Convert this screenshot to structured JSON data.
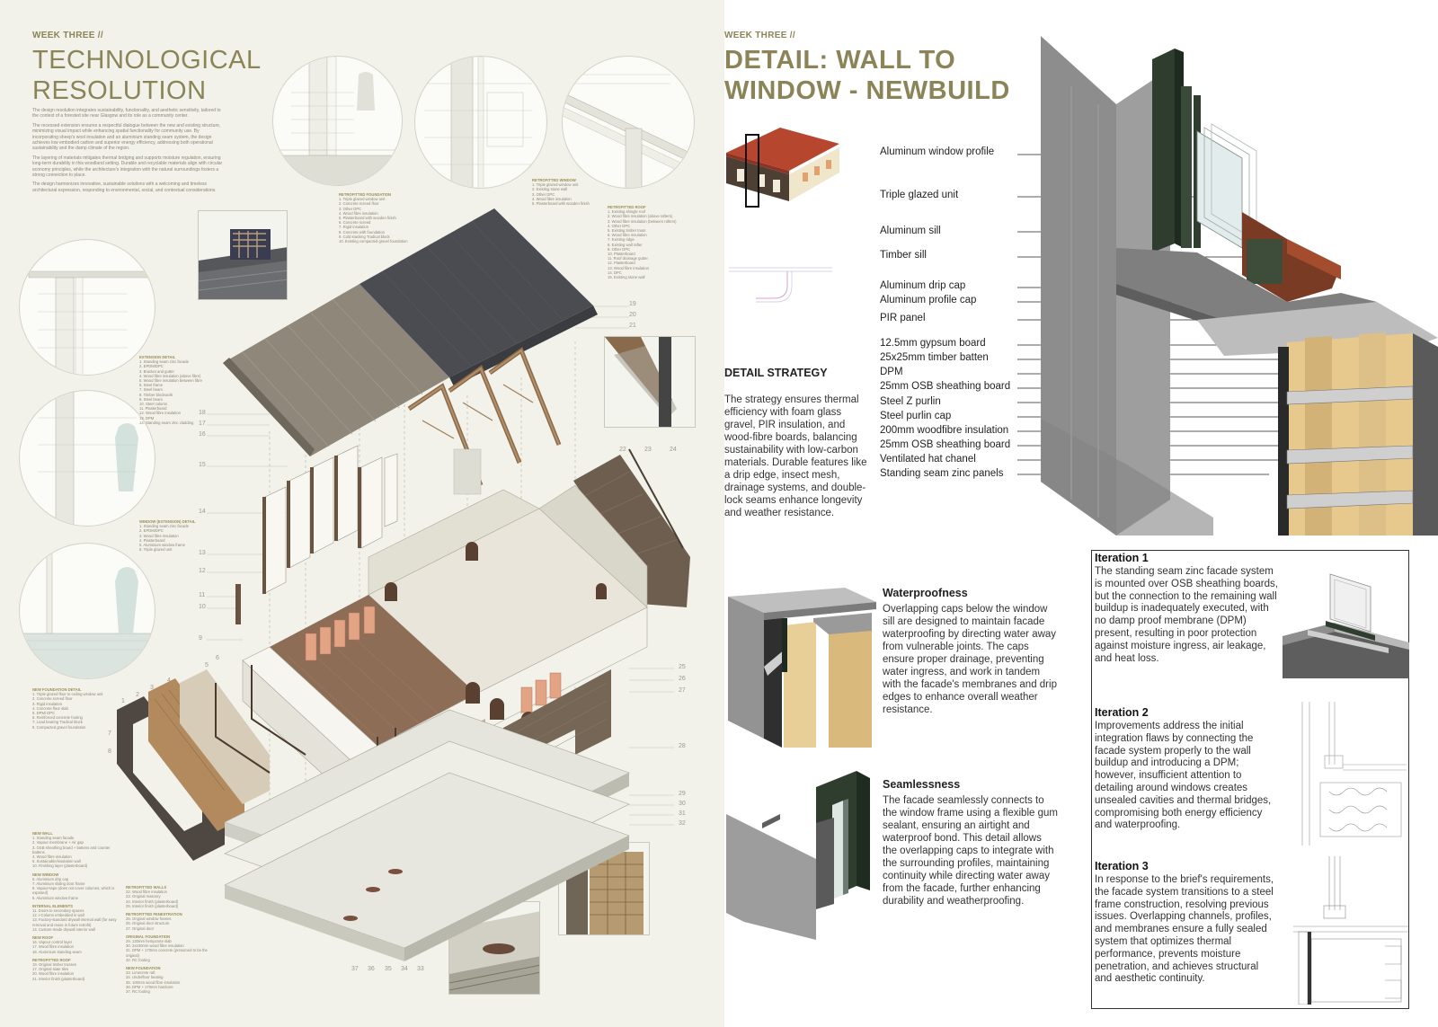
{
  "left": {
    "week": "WEEK THREE //",
    "title_line1": "TECHNOLOGICAL",
    "title_line2": "RESOLUTION",
    "intro": [
      "The design resolution integrates sustainability, functionality, and aesthetic sensitivity, tailored to the context of a forested site near Glasgow and its role as a community center.",
      "The recessed extension ensures a respectful dialogue between the new and existing structure, minimizing visual impact while enhancing spatial functionality for community use. By incorporating sheep's wool insulation and an aluminium standing seam system, the design achieves low embodied carbon and superior energy efficiency, addressing both operational sustainability and the damp climate of the region.",
      "The layering of materials mitigates thermal bridging and supports moisture regulation, ensuring long-term durability in this woodland setting. Durable and recyclable materials align with circular economy principles, while the architecture's integration with the natural surroundings fosters a strong connection to place.",
      "The design harmonizes innovative, sustainable solutions with a welcoming and timeless architectural expression, responding to environmental, social, and contextual considerations."
    ],
    "spec_extension": {
      "title": "EXTENSION DETAIL",
      "items": [
        "1. Standing seam zinc facade",
        "2. EPDM/DPC",
        "3. Bracket and gutter",
        "4. Wood fibre insulation (above fibre)",
        "5. Wood fibre insulation between fibre",
        "6. Steel frame",
        "7. Steel beam",
        "8. Timber blockwork",
        "9. Steel beam",
        "10. Steel column",
        "11. Plasterboard",
        "12. Wood fibre insulation",
        "13. DPM",
        "14. Standing seam zinc cladding"
      ]
    },
    "spec_window": {
      "title": "WINDOW (EXTENSION) DETAIL",
      "items": [
        "1. Standing seam zinc facade",
        "2. EPDM/DPC",
        "3. Wood fibre insulation",
        "4. Plasterboard",
        "5. Aluminium window frame",
        "6. Triple glazed unit"
      ]
    },
    "spec_foundation_new": {
      "title": "NEW FOUNDATION DETAIL",
      "items": [
        "1. Triple glazed floor to ceiling window unit",
        "2. Concrete screed floor",
        "3. Rigid insulation",
        "4. Concrete floor slab",
        "5. DPM/ DPC",
        "6. Reinforced concrete footing",
        "7. Load bearing Tradical block",
        "8. Compacted gravel foundation"
      ]
    },
    "spec_foundation_ret": {
      "title": "RETROFITTED FOUNDATION",
      "items": [
        "1. Triple glazed window unit",
        "2. Concrete screed floor",
        "3. Other DPC",
        "4. Wood fibre insulation",
        "5. Plasterboard with wooden finish",
        "6. Concrete screed",
        "7. Rigid insulation",
        "8. Concrete with foundation",
        "9. Cold stacking Tradical block",
        "10. Existing compacted gravel foundation"
      ]
    },
    "spec_window_ret": {
      "title": "RETROFITTED WINDOW",
      "items": [
        "1. Triple glazed window unit",
        "2. Existing stone wall",
        "3. Other DPC",
        "4. Wood fibre insulation",
        "5. Plasterboard with wooden finish"
      ]
    },
    "spec_roof_ret": {
      "title": "RETROFITTED ROOF",
      "items": [
        "1. Existing shingle roof",
        "2. Wood fibre insulation (above rafters)",
        "3. Wood fibre insulation (between rafters)",
        "4. Other DPC",
        "5. Existing timber truss",
        "6. Wood fibre insulation",
        "7. Existing ridge",
        "8. Existing wall rafter",
        "9. Other DPC",
        "10. Plasterboard",
        "11. Roof drainage gutter",
        "12. Plasterboard",
        "13. Wood fibre insulation",
        "14. DPC",
        "15. Existing stone wall"
      ]
    },
    "legend_col1": [
      {
        "title": "NEW WALL",
        "items": [
          "1. Standing seam facade",
          "2. Vapour membrane + Air gap",
          "3. OSB sheathing board + battens and counter battens",
          "4. Wood fibre insulation",
          "5. Sustainable/insulation wall",
          "10. Finishing layer (plasterboard)"
        ]
      },
      {
        "title": "NEW WINDOW",
        "items": [
          "6. Aluminium drip cap",
          "7. Aluminium sliding door frame",
          "8. Vapour-tape (does not cover columns, which is exposed)",
          "9. Aluminium window frame"
        ]
      },
      {
        "title": "INTERNAL ELEMENTS",
        "items": [
          "11. Doors to secondary spaces",
          "12. I-Column embedded in wall",
          "13. Factory-standard drywall internal wall (for easy removal and reuse in future retrofit)",
          "14. Custom-made drywall interior wall"
        ]
      },
      {
        "title": "NEW ROOF",
        "items": [
          "16. Vapour control layer",
          "17. Wood fibre insulation",
          "18. Aluminium standing seam"
        ]
      },
      {
        "title": "RETROFITTED ROOF",
        "items": [
          "19. Original timber trusses",
          "17. Original slate tiles",
          "20. Wood fibre insulation",
          "21. Interior finish (plasterboard)"
        ]
      }
    ],
    "legend_col2": [
      {
        "title": "RETROFITTED WALLS",
        "items": [
          "22. Wood fibre insulation",
          "23. Original masonry",
          "24. Interior finish (plasterboard)",
          "25. Interior finish (plasterboard)"
        ]
      },
      {
        "title": "RETROFITTED FENESTRATION",
        "items": [
          "25. Original window frames",
          "26. Original door structure",
          "27. Original door"
        ]
      },
      {
        "title": "ORIGINAL FOUNDATION",
        "items": [
          "29. 120mm hempcrete slab",
          "30. 2x100mm wood fibre insulation",
          "31. DPM + 170mm concrete (presumed to be the original)",
          "32. RC footing"
        ]
      },
      {
        "title": "NEW FOUNDATION",
        "items": [
          "33. Limecrete raft",
          "34. Underfloor heating",
          "35. 100mm wood fibre insulation",
          "36. DPM + 170mm hardcore",
          "37. RC footing"
        ]
      }
    ],
    "callouts": [
      "19",
      "20",
      "21",
      "18",
      "17",
      "16",
      "15",
      "14",
      "13",
      "12",
      "11",
      "10",
      "9",
      "6",
      "5",
      "4",
      "3",
      "2",
      "1",
      "7",
      "8",
      "22",
      "23",
      "24",
      "25",
      "26",
      "27",
      "28",
      "29",
      "30",
      "31",
      "32",
      "37",
      "36",
      "35",
      "34",
      "33"
    ]
  },
  "right": {
    "week": "WEEK THREE //",
    "title_line1": "DETAIL: WALL TO",
    "title_line2": "WINDOW - NEWBUILD",
    "strategy_heading": "DETAIL STRATEGY",
    "strategy_text": "The strategy ensures thermal efficiency with foam glass gravel, PIR insulation, and wood-fibre boards, balancing sustainability with low-carbon materials. Durable features like a drip edge, insect mesh, drainage systems, and double-lock seams enhance longevity and weather resistance.",
    "detail_labels": [
      "Aluminum window profile",
      "Triple glazed unit",
      "Aluminum sill",
      "Timber sill",
      "Aluminum drip cap",
      "Aluminum profile cap",
      "PIR panel",
      "12.5mm gypsum board",
      "25x25mm timber batten",
      "DPM",
      "25mm OSB sheathing board",
      "Steel Z purlin",
      "Steel purlin cap",
      "200mm woodfibre insulation",
      "25mm OSB sheathing board",
      "Ventilated hat chanel",
      "Standing seam zinc panels"
    ],
    "waterproof_heading": "Waterproofness",
    "waterproof_text": "Overlapping caps below the window sill are designed to maintain facade waterproofing by directing water away from vulnerable joints. The caps ensure proper drainage, preventing water ingress, and work in tandem with the facade's membranes and drip edges to enhance overall weather resistance.",
    "seamless_heading": "Seamlessness",
    "seamless_text": "The facade seamlessly connects to the window frame using a flexible gum sealant, ensuring an airtight and waterproof bond. This detail allows the overlapping caps to integrate with the surrounding profiles, maintaining continuity while directing water away from the facade, further enhancing durability and weatherproofing.",
    "iterations": [
      {
        "heading": "Iteration 1",
        "text": " The standing seam zinc facade system is mounted over OSB sheathing boards, but the connection to the remaining wall buildup is inadequately executed, with no damp proof membrane (DPM) present, resulting in poor protection against moisture ingress, air leakage, and heat loss."
      },
      {
        "heading": "Iteration 2",
        "text": "Improvements address the initial integration flaws by connecting the facade system properly to the wall buildup and introducing a DPM; however, insufficient attention to detailing around windows creates unsealed cavities and thermal bridges, compromising both energy efficiency and waterproofing."
      },
      {
        "heading": "Iteration 3",
        "text": "In response to the brief's requirements, the facade system transitions to a steel frame construction, resolving previous issues. Overlapping channels, profiles, and membranes ensure a fully sealed system that optimizes thermal performance, prevents moisture penetration, and achieves structural and aesthetic continuity."
      }
    ]
  },
  "colors": {
    "accent": "#8a8458",
    "left_bg": "#f3f2ea",
    "zinc": "#8d8d8d",
    "roof_dark": "#4a4c52",
    "timber": "#b38a5e",
    "stone": "#6e5e4f",
    "brick_red": "#b7462f"
  }
}
